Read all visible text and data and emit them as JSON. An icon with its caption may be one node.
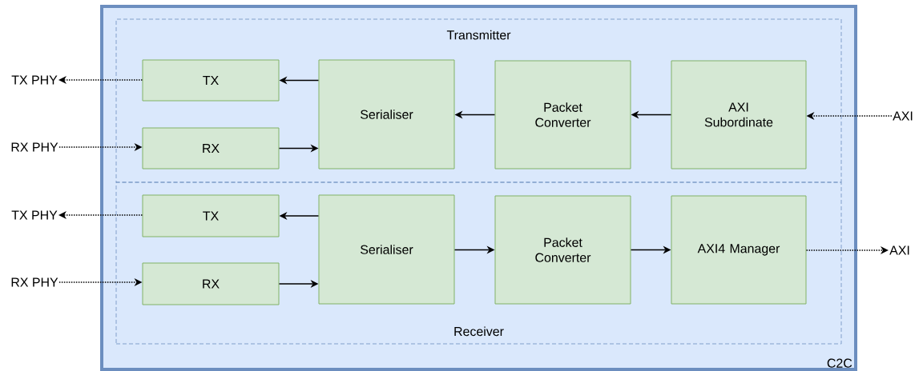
{
  "diagram": {
    "nodes": [
      {
        "text": [
          "C2C"
        ]
      },
      {
        "text": [
          "Transmitter"
        ],
        "in": 0
      },
      {
        "text": [
          "TX"
        ],
        "in": 1
      },
      {
        "text": [
          "RX"
        ],
        "in": 1
      },
      {
        "text": [
          "Serialiser"
        ],
        "in": 1
      },
      {
        "text": [
          "Packet Converter"
        ],
        "in": 1
      },
      {
        "text": [
          "AXI Subordinate"
        ],
        "in": 1
      },
      {
        "text": [
          "Receiver"
        ],
        "in": 0
      },
      {
        "text": [
          "TX"
        ],
        "in": 7
      },
      {
        "text": [
          "RX"
        ],
        "in": 7
      },
      {
        "text": [
          "Serialiser"
        ],
        "in": 7
      },
      {
        "text": [
          "Packet Converter"
        ],
        "in": 7
      },
      {
        "text": [
          "AXI4 Manager"
        ],
        "in": 7
      },
      {
        "text": [
          "TX PHY"
        ]
      },
      {
        "text": [
          "RX PHY"
        ]
      },
      {
        "text": [
          "TX PHY"
        ]
      },
      {
        "text": [
          "RX PHY"
        ]
      },
      {
        "text": [
          "AXI"
        ]
      },
      {
        "text": [
          "AXI"
        ]
      }
    ],
    "edges": [
      {
        "from": 2,
        "to": 13,
        "arrow": "to",
        "style": "dashed"
      },
      {
        "from": 14,
        "to": 3,
        "arrow": "to",
        "style": "dashed"
      },
      {
        "from": 4,
        "to": 2,
        "arrow": "to"
      },
      {
        "from": 3,
        "to": 4,
        "arrow": "to"
      },
      {
        "from": 5,
        "to": 4,
        "arrow": "to"
      },
      {
        "from": 6,
        "to": 5,
        "arrow": "to"
      },
      {
        "from": 17,
        "to": 6,
        "arrow": "to",
        "style": "dashed"
      },
      {
        "from": 8,
        "to": 15,
        "arrow": "to",
        "style": "dashed"
      },
      {
        "from": 16,
        "to": 9,
        "arrow": "to",
        "style": "dashed"
      },
      {
        "from": 10,
        "to": 8,
        "arrow": "to"
      },
      {
        "from": 9,
        "to": 10,
        "arrow": "to"
      },
      {
        "from": 10,
        "to": 11,
        "arrow": "to"
      },
      {
        "from": 11,
        "to": 12,
        "arrow": "to"
      },
      {
        "from": 12,
        "to": 18,
        "arrow": "to",
        "style": "dashed"
      }
    ]
  }
}
